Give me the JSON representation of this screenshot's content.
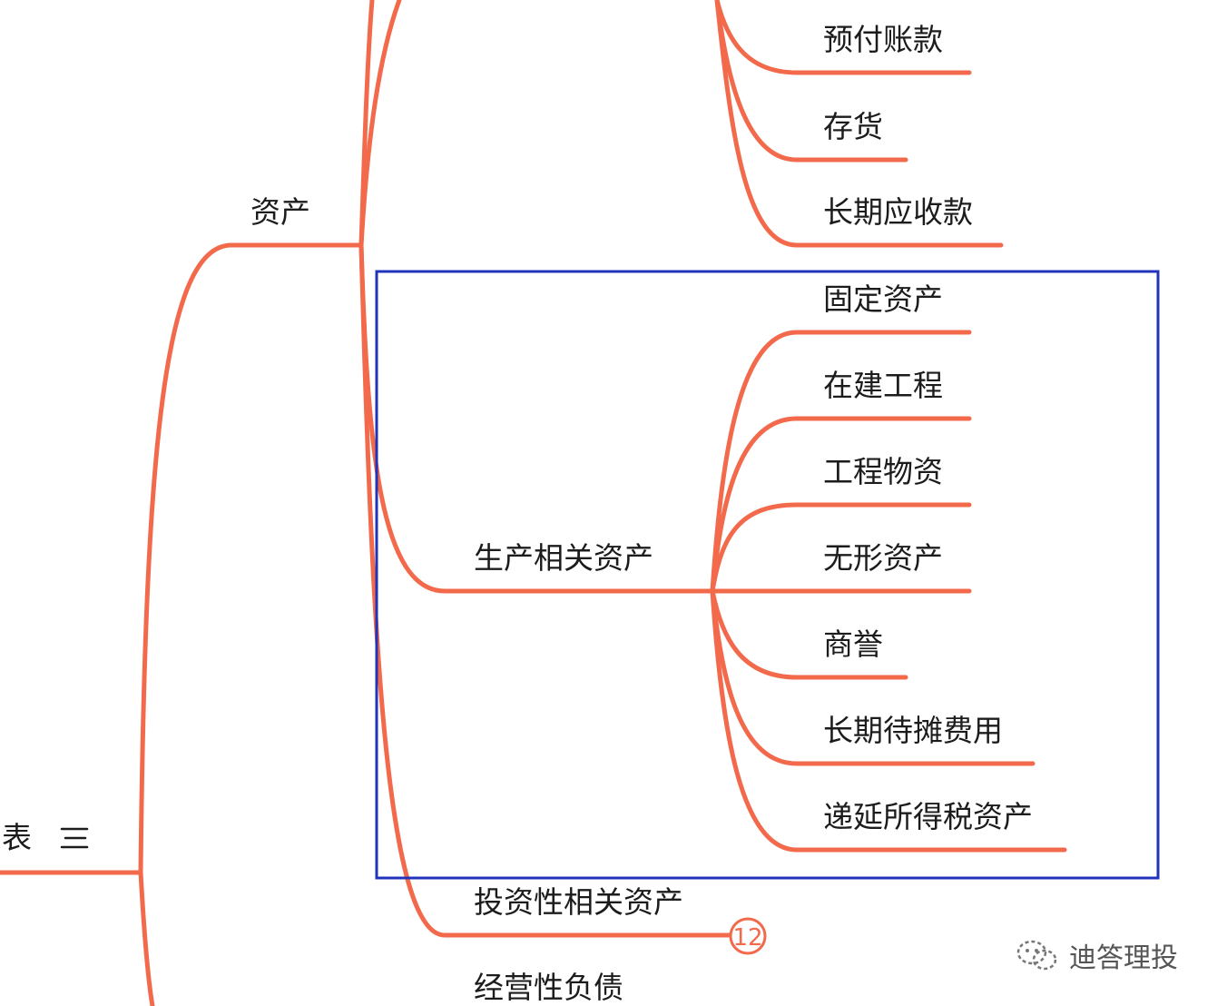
{
  "root": {
    "label": "表"
  },
  "assets": {
    "label": "资产"
  },
  "upper_items": [
    "预付账款",
    "存货",
    "长期应收款"
  ],
  "production": {
    "label": "生产相关资产",
    "items": [
      "固定资产",
      "在建工程",
      "工程物资",
      "无形资产",
      "商誉",
      "长期待摊费用",
      "递延所得税资产"
    ]
  },
  "investment": {
    "label": "投资性相关资产",
    "collapsed_count": "12"
  },
  "operating_liabilities": {
    "label": "经营性负债"
  },
  "watermark": {
    "text": "迪答理投"
  },
  "colors": {
    "branch": "#f26a4b",
    "highlight_box": "#2233bb",
    "text": "#1c1c1c"
  }
}
